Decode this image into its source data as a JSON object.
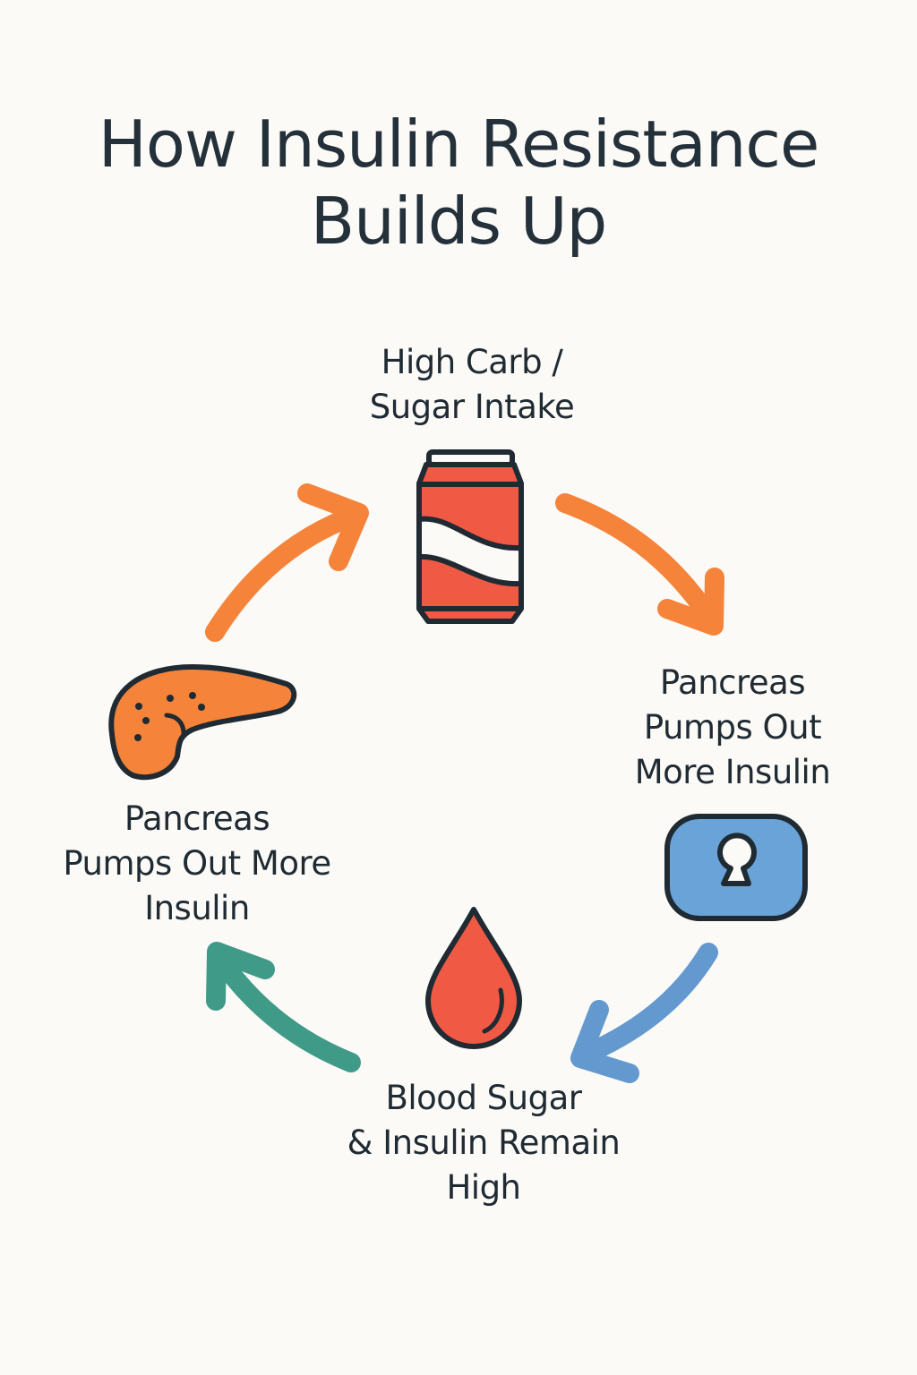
{
  "title": {
    "line1": "How Insulin Resistance",
    "line2": "Builds Up"
  },
  "cycle": [
    {
      "id": "intake",
      "position": "top",
      "icon": "soda-can-icon",
      "lines": [
        "High Carb /",
        "Sugar Intake"
      ]
    },
    {
      "id": "pancreas-right",
      "position": "right",
      "icon": "keyhole-lock-icon",
      "lines": [
        "Pancreas",
        "Pumps Out",
        "More Insulin"
      ]
    },
    {
      "id": "blood",
      "position": "bottom",
      "icon": "blood-drop-icon",
      "lines": [
        "Blood Sugar",
        "& Insulin Remain",
        "High"
      ]
    },
    {
      "id": "pancreas-left",
      "position": "left",
      "icon": "pancreas-icon",
      "lines": [
        "Pancreas",
        "Pumps Out More",
        "Insulin"
      ]
    }
  ],
  "arrows": [
    {
      "from": "pancreas-left",
      "to": "intake",
      "direction": "up-right",
      "color": "#f5843a"
    },
    {
      "from": "intake",
      "to": "pancreas-right",
      "direction": "down-right",
      "color": "#f5843a"
    },
    {
      "from": "pancreas-right",
      "to": "blood",
      "direction": "down-left",
      "color": "#6399cf"
    },
    {
      "from": "blood",
      "to": "pancreas-left",
      "direction": "up-left",
      "color": "#3f9a88"
    }
  ],
  "colors": {
    "background": "#fbfaf7",
    "text": "#1f2a33",
    "outline": "#1f2a33",
    "can_red": "#f05a44",
    "lock_blue": "#6aa3d8",
    "drop_red": "#f05a44",
    "pancreas_orange": "#f5843a",
    "arrow_orange": "#f5843a",
    "arrow_blue": "#6399cf",
    "arrow_teal": "#3f9a88"
  }
}
